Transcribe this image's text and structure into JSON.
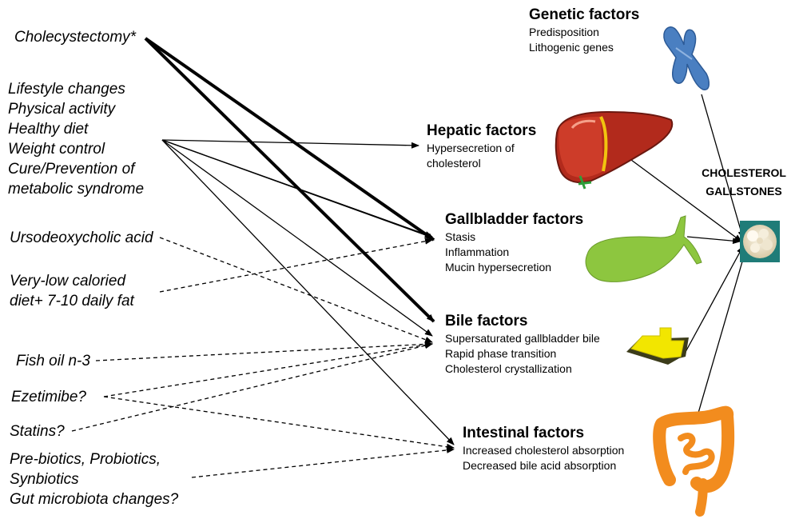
{
  "interventions": {
    "cholecystectomy": "Cholecystectomy*",
    "lifestyle": [
      "Lifestyle changes",
      "Physical activity",
      "Healthy diet",
      "Weight control",
      "Cure/Prevention of",
      "metabolic syndrome"
    ],
    "udca": "Ursodeoxycholic acid",
    "vlcd": [
      "Very-low caloried",
      "diet+ 7-10 daily fat"
    ],
    "fish_oil": "Fish oil n-3",
    "ezetimibe": "Ezetimibe?",
    "statins": "Statins?",
    "biotics": [
      "Pre-biotics, Probiotics,",
      "Synbiotics",
      "Gut microbiota changes?"
    ]
  },
  "factors": {
    "genetic": {
      "title": "Genetic factors",
      "items": [
        "Predisposition",
        "Lithogenic genes"
      ]
    },
    "hepatic": {
      "title": "Hepatic factors",
      "items": [
        "Hypersecretion of",
        "cholesterol"
      ]
    },
    "gallbladder": {
      "title": "Gallbladder factors",
      "items": [
        "Stasis",
        "Inflammation",
        "Mucin hypersecretion"
      ]
    },
    "bile": {
      "title": "Bile factors",
      "items": [
        "Supersaturated gallbladder bile",
        "Rapid phase transition",
        "Cholesterol crystallization"
      ]
    },
    "intestinal": {
      "title": "Intestinal factors",
      "items": [
        "Increased cholesterol absorption",
        "Decreased bile acid absorption"
      ]
    }
  },
  "outcome": {
    "lines": [
      "CHOLESTEROL",
      "GALLSTONES"
    ]
  },
  "icons": [
    "chromosome-icon",
    "liver-icon",
    "gallbladder-icon",
    "bile-crystal-icon",
    "intestine-icon",
    "gallstone-icon"
  ],
  "colors": {
    "chromosome": "#4a7fc1",
    "liver": "#c0392b",
    "gallbladder": "#8dc63f",
    "bile": "#f2e600",
    "intestine": "#f28c1e",
    "arrow": "#000000"
  }
}
